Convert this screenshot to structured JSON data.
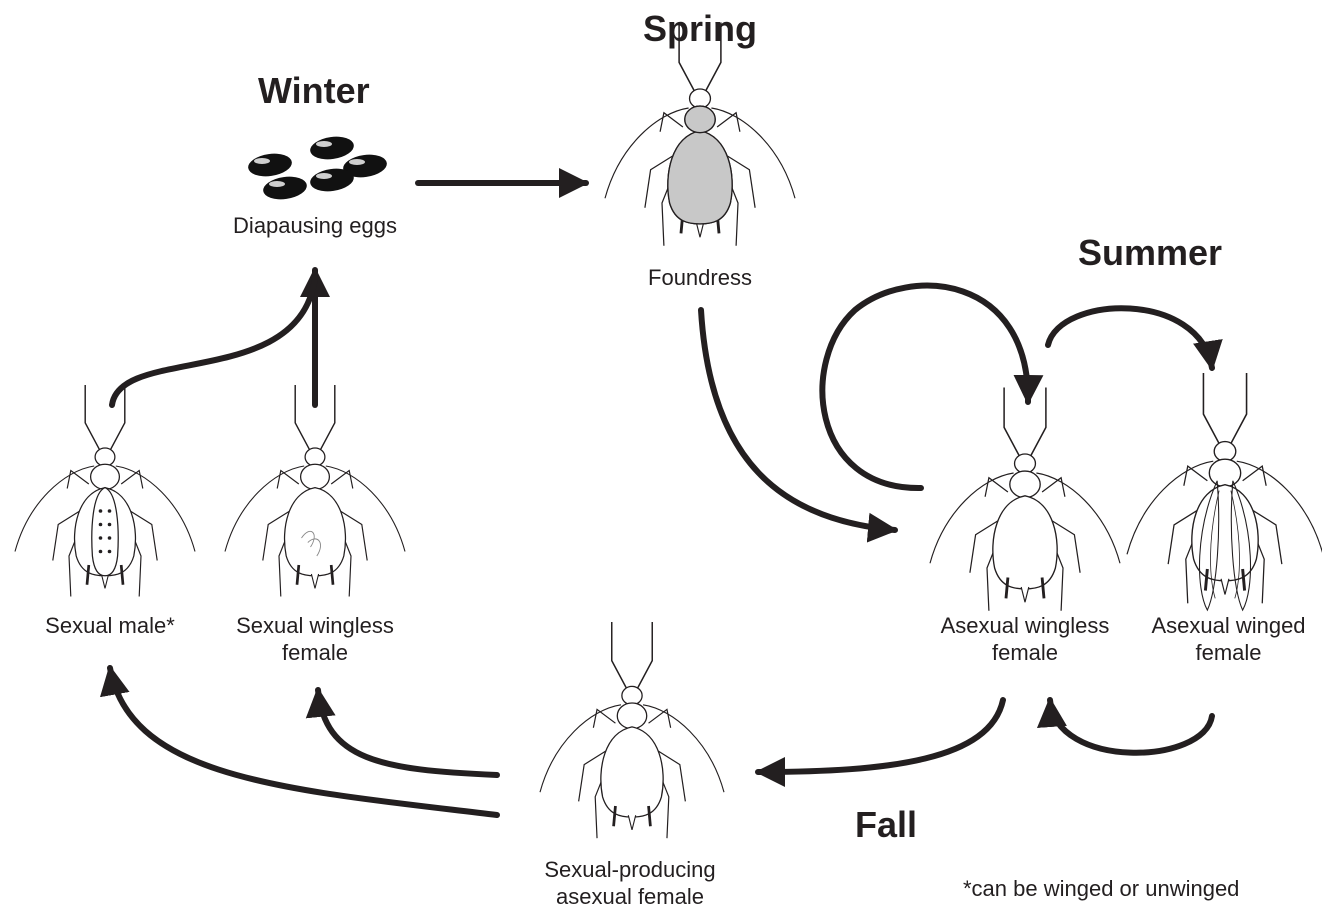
{
  "seasons": {
    "spring": "Spring",
    "winter": "Winter",
    "summer": "Summer",
    "fall": "Fall"
  },
  "stages": {
    "eggs": "Diapausing eggs",
    "foundress": "Foundress",
    "asexual_wingless": [
      "Asexual wingless",
      "female"
    ],
    "asexual_winged": [
      "Asexual winged",
      "female"
    ],
    "sexual_producing": [
      "Sexual-producing",
      "asexual female"
    ],
    "sexual_male": "Sexual male*",
    "sexual_wingless": [
      "Sexual wingless",
      "female"
    ]
  },
  "footnote": "*can be winged or unwinged",
  "colors": {
    "ink": "#231f20",
    "foundress_fill": "#c8c8c8",
    "egg": "#111111",
    "egg_highlight": "#ffffff"
  }
}
